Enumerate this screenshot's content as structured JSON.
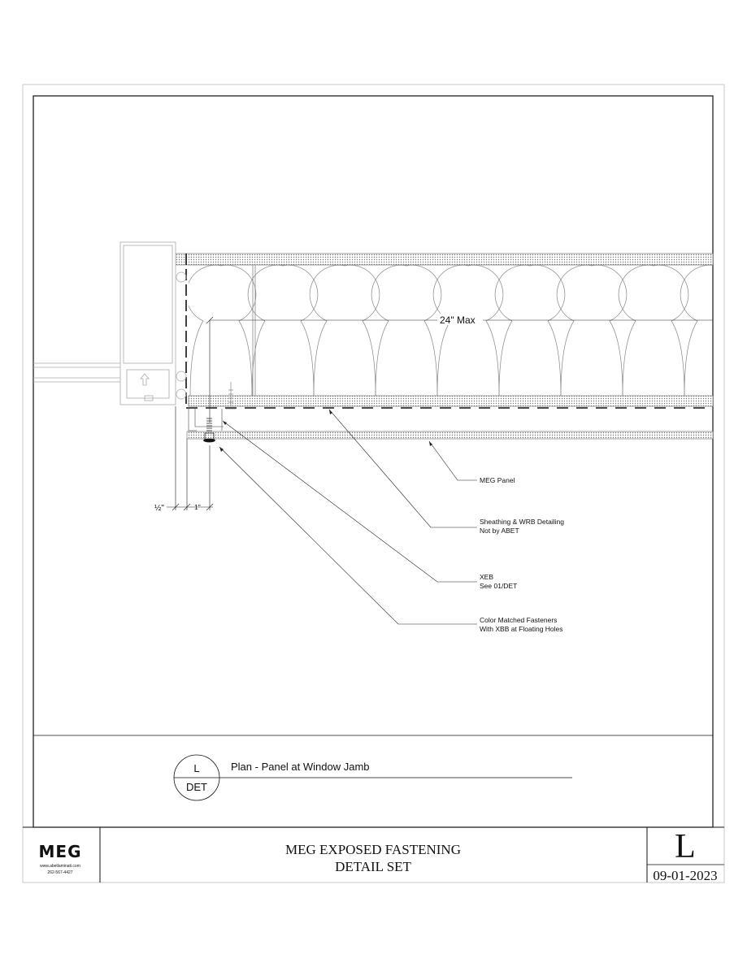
{
  "drawing": {
    "dimension_span": "24\" Max",
    "dimension_half": "½\"",
    "dimension_one": "1\"",
    "callouts": [
      {
        "lines": [
          "MEG Panel"
        ]
      },
      {
        "lines": [
          "Sheathing & WRB Detailing",
          "Not by ABET"
        ]
      },
      {
        "lines": [
          "XEB",
          "See 01/DET"
        ]
      },
      {
        "lines": [
          "Color Matched Fasteners",
          "With XBB at Floating Holes"
        ]
      }
    ]
  },
  "detail_tag": {
    "id": "L",
    "sheet": "DET",
    "title": "Plan - Panel at Window Jamb"
  },
  "title_block": {
    "logo": "MEG",
    "logo_website": "www.abetlaminati.com",
    "logo_phone": "262-567-4427",
    "title_line1": "MEG EXPOSED FASTENING",
    "title_line2": "DETAIL SET",
    "sheet_letter": "L",
    "date": "09-01-2023"
  }
}
